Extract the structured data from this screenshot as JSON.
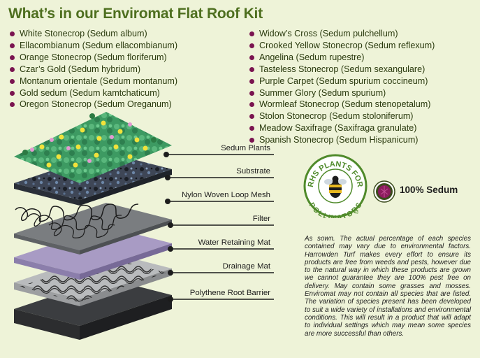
{
  "title": "What’s in our Enviromat Flat Roof Kit",
  "species_left": [
    "White Stonecrop (Sedum album)",
    "Ellacombianum (Sedum ellacombianum)",
    "Orange Stonecrop (Sedum floriferum)",
    "Czar’s Gold (Sedum hybridum)",
    "Montanum orientale (Sedum montanum)",
    "Gold sedum (Sedum kamtchaticum)",
    "Oregon Stonecrop (Sedum Oreganum)"
  ],
  "species_right": [
    "Widow’s Cross (Sedum pulchellum)",
    "Crooked Yellow Stonecrop (Sedum reflexum)",
    "Angelina (Sedum rupestre)",
    "Tasteless Stonecrop (Sedum sexangulare)",
    "Purple Carpet (Sedum spurium coccineum)",
    "Summer Glory (Sedum spurium)",
    "Wormleaf Stonecrop (Sedum stenopetalum)",
    "Stolon Stonecrop (Sedum stoloniferum)",
    "Meadow Saxifrage (Saxifraga granulate)",
    "Spanish Stonecrop (Sedum Hispanicum)"
  ],
  "layers": [
    "Sedum Plants",
    "Substrate",
    "Nylon Woven Loop Mesh",
    "Filter",
    "Water Retaining Mat",
    "Drainage Mat",
    "Polythene Root Barrier"
  ],
  "rhs_badge": {
    "top_text": "RHS PLANTS FOR",
    "bottom_text": "POLLINATORS",
    "mark": "®"
  },
  "sedum_badge": {
    "label": "100% Sedum",
    "icon": "sedum-leaf-icon"
  },
  "disclaimer": "As sown. The actual percentage of each species contained may vary due to environmental factors. Harrowden Turf makes every effort to ensure its products are free from weeds and pests, however due to the natural way in which these products are grown we cannot guarantee they are 100% pest free on delivery. May contain some grasses and mosses. Enviromat may not contain all species that are listed. The variation of species present has been developed to suit a wide variety of installations and environmental conditions. This will result in a product that will adapt to individual settings which may mean some species are more successful than others.",
  "colors": {
    "background": "#eef3d8",
    "title": "#4e6f1f",
    "bullet": "#7a1450",
    "plants": "#3d9a62",
    "substrate": "#3e4656",
    "filter": "#7a7d80",
    "water_mat": "#a89bc4",
    "drainage": "#b9bbbd",
    "root_barrier": "#3b3d40"
  }
}
